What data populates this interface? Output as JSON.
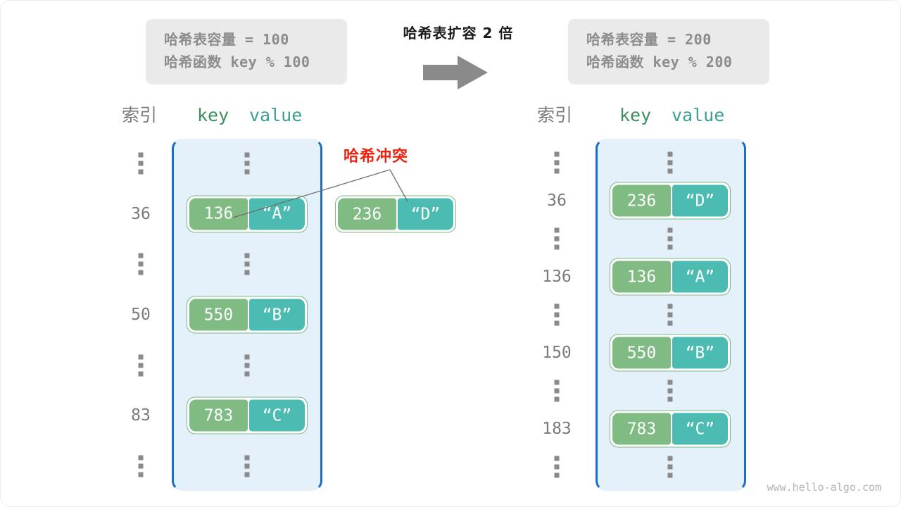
{
  "diagram": {
    "title": "哈希表扩容 2 倍",
    "watermark": "www.hello-algo.com",
    "collision_label": "哈希冲突",
    "colors": {
      "key_cell": "#80bb84",
      "value_cell": "#4cbcb3",
      "pair_border": "#7cb87f",
      "table_fill": "#e4f0fa",
      "table_border": "#1a6fc4",
      "collision_text": "#ee2211",
      "info_box_bg": "#eaeaea",
      "arrow": "#8a8a8a"
    }
  },
  "before": {
    "info": {
      "capacity_line": "哈希表容量 = 100",
      "hash_fn_line": "哈希函数 key % 100"
    },
    "headers": {
      "index": "索引",
      "key": "key",
      "value": "value"
    },
    "rows": [
      {
        "index": "⋮",
        "type": "ellipsis"
      },
      {
        "index": "36",
        "type": "entry",
        "key": "136",
        "value": "“A”"
      },
      {
        "index": "⋮",
        "type": "ellipsis"
      },
      {
        "index": "50",
        "type": "entry",
        "key": "550",
        "value": "“B”"
      },
      {
        "index": "⋮",
        "type": "ellipsis"
      },
      {
        "index": "83",
        "type": "entry",
        "key": "783",
        "value": "“C”"
      },
      {
        "index": "⋮",
        "type": "ellipsis"
      }
    ],
    "colliding_entry": {
      "key": "236",
      "value": "“D”"
    }
  },
  "after": {
    "info": {
      "capacity_line": "哈希表容量 = 200",
      "hash_fn_line": "哈希函数 key % 200"
    },
    "headers": {
      "index": "索引",
      "key": "key",
      "value": "value"
    },
    "rows": [
      {
        "index": "⋮",
        "type": "ellipsis"
      },
      {
        "index": "36",
        "type": "entry",
        "key": "236",
        "value": "“D”"
      },
      {
        "index": "⋮",
        "type": "ellipsis"
      },
      {
        "index": "136",
        "type": "entry",
        "key": "136",
        "value": "“A”"
      },
      {
        "index": "⋮",
        "type": "ellipsis"
      },
      {
        "index": "150",
        "type": "entry",
        "key": "550",
        "value": "“B”"
      },
      {
        "index": "⋮",
        "type": "ellipsis"
      },
      {
        "index": "183",
        "type": "entry",
        "key": "783",
        "value": "“C”"
      },
      {
        "index": "⋮",
        "type": "ellipsis"
      }
    ]
  }
}
